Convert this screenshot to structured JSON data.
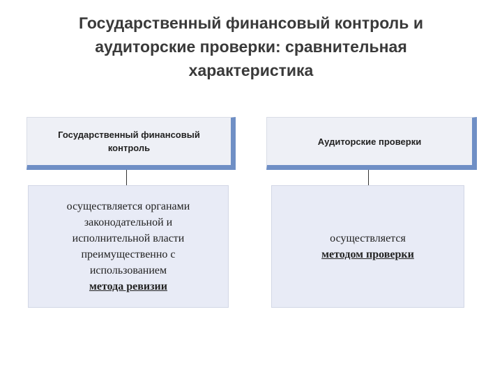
{
  "title": {
    "line1": "Государственный финансовый контроль и",
    "line2": "аудиторские проверки: сравнительная",
    "line3": "характеристика"
  },
  "left": {
    "header_line1": "Государственный финансовый",
    "header_line2": "контроль",
    "body_lines": [
      "осуществляется органами",
      "законодательной и",
      "исполнительной власти",
      "преимущественно с",
      "использованием"
    ],
    "body_emphasis": "метода ревизии"
  },
  "right": {
    "header": "Аудиторские проверки",
    "body_line": "осуществляется",
    "body_emphasis": "методом проверки"
  },
  "colors": {
    "accent": "#6f8fc5",
    "box_fill": "#e8ebf6",
    "header_fill": "#eef0f6",
    "title_text": "#3a3a3a"
  }
}
